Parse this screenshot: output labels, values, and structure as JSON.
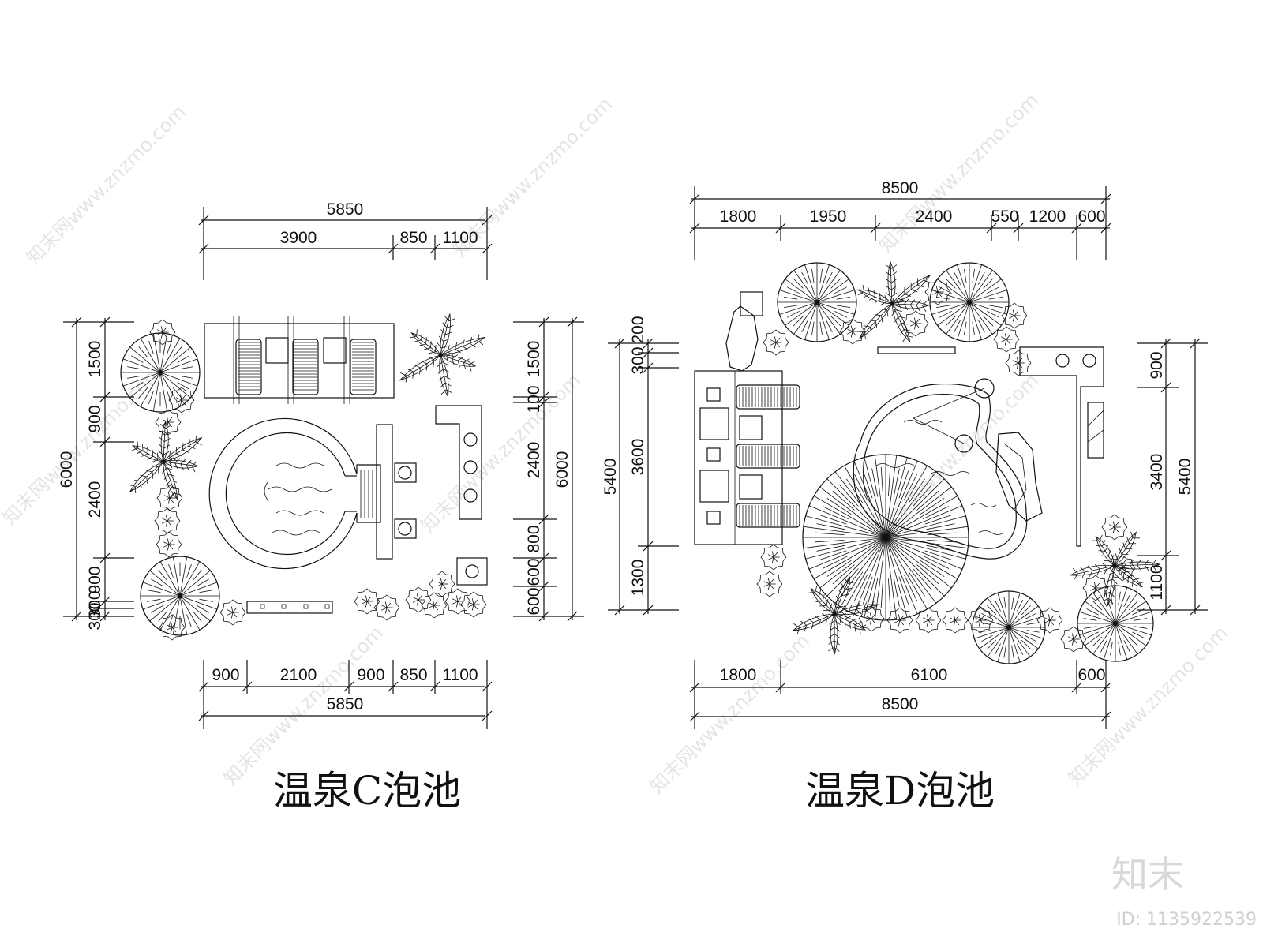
{
  "drawings": {
    "c": {
      "title": "温泉C泡池",
      "dims_top": {
        "total": "5850",
        "segments": [
          "3900",
          "850",
          "1100"
        ]
      },
      "dims_bottom": {
        "segments": [
          "900",
          "2100",
          "900",
          "850",
          "1100"
        ],
        "total": "5850"
      },
      "dims_left": {
        "total": "6000",
        "segments": [
          "1500",
          "900",
          "2400",
          "900",
          "300",
          "300"
        ]
      },
      "dims_right": {
        "total": "6000",
        "segments": [
          "1500",
          "100",
          "2400",
          "800",
          "600",
          "600"
        ]
      }
    },
    "d": {
      "title": "温泉D泡池",
      "dims_top": {
        "total": "8500",
        "segments": [
          "1800",
          "1950",
          "2400",
          "550",
          "1200",
          "600"
        ]
      },
      "dims_bottom": {
        "segments": [
          "1800",
          "6100",
          "600"
        ],
        "total": "8500"
      },
      "dims_left": {
        "total": "5400",
        "segments": [
          "200",
          "300",
          "3600",
          "1300"
        ]
      },
      "dims_right": {
        "total": "5400",
        "segments": [
          "900",
          "3400",
          "1100"
        ]
      }
    }
  },
  "watermark": {
    "text": "知末网www.znzmo.com",
    "brand": "知末",
    "id": "ID: 1135922539"
  }
}
